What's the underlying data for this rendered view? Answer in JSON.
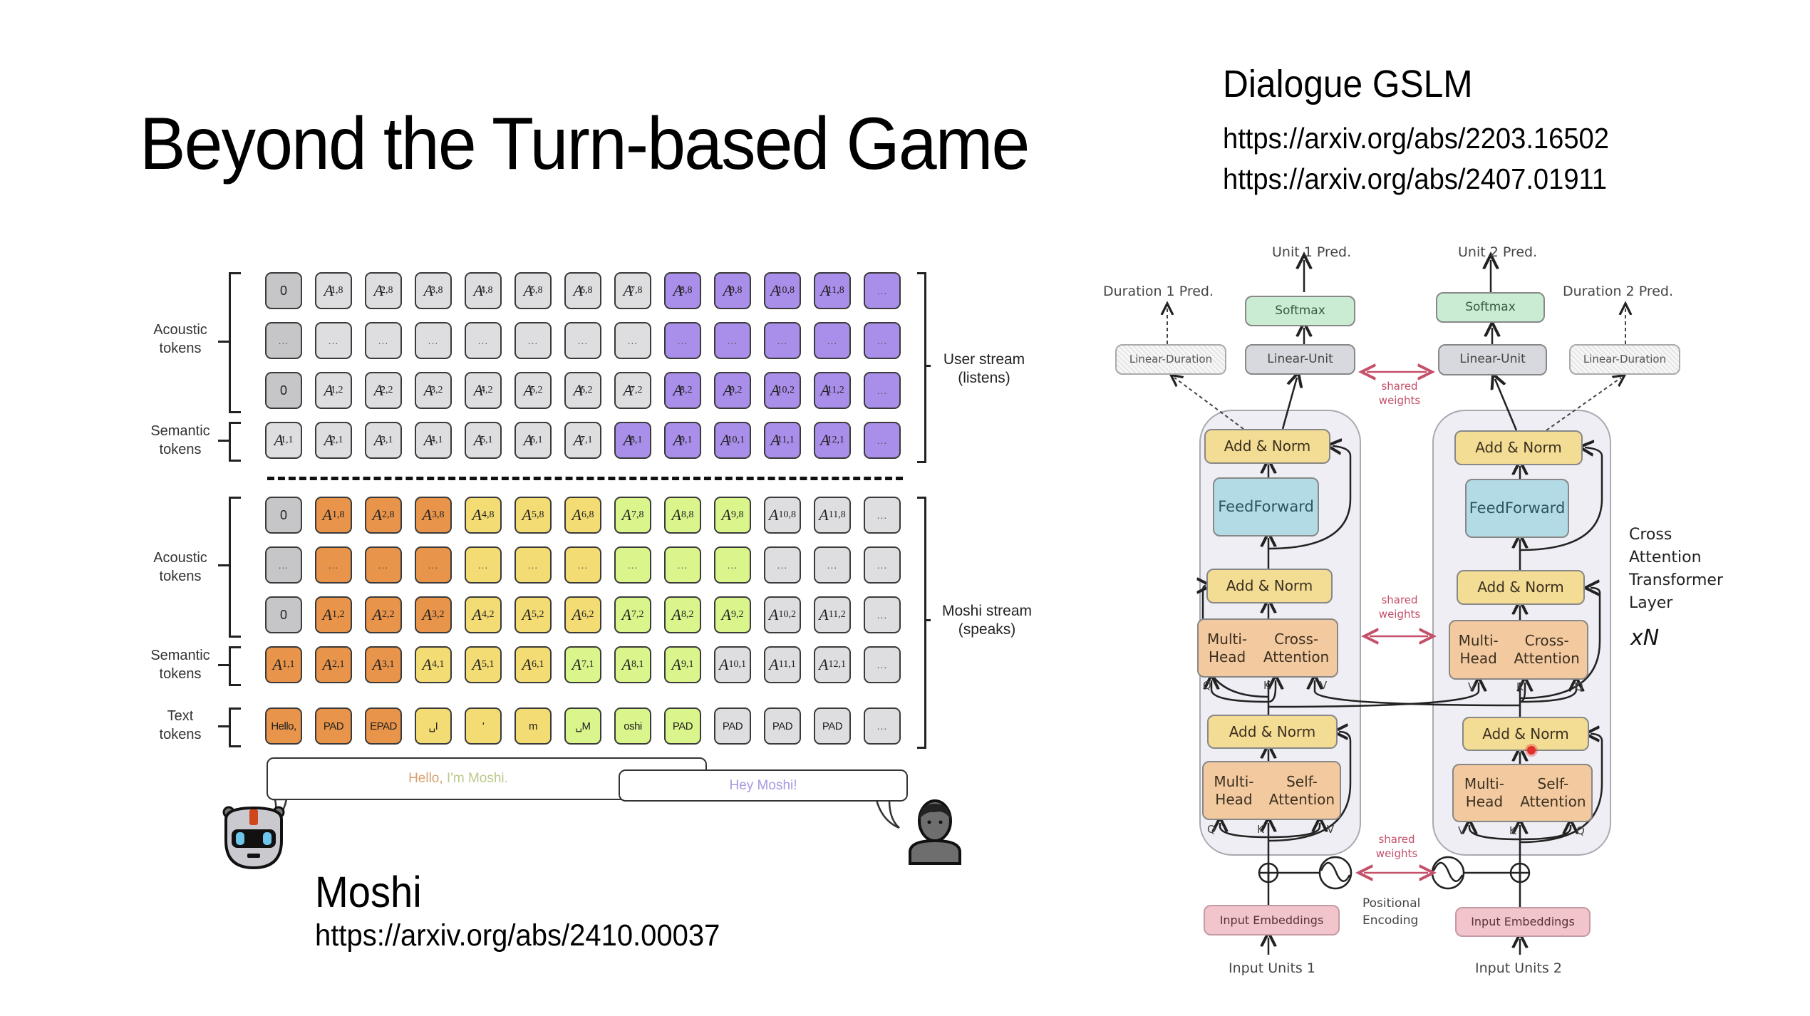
{
  "slide": {
    "title": "Beyond the Turn-based Game"
  },
  "dialogue_gslm": {
    "title": "Dialogue GSLM",
    "urls": [
      "https://arxiv.org/abs/2203.16502",
      "https://arxiv.org/abs/2407.01911"
    ]
  },
  "moshi": {
    "title": "Moshi",
    "url": "https://arxiv.org/abs/2410.00037",
    "colors": {
      "gray_dark": "#c6c6c8",
      "gray": "#dedee0",
      "purple": "#a98eea",
      "orange": "#e8944a",
      "yellow": "#f3dc74",
      "green": "#d9f58c"
    },
    "user_stream": {
      "label_line1": "User stream",
      "label_line2": "(listens)",
      "acoustic_label": [
        "Acoustic",
        "tokens"
      ],
      "semantic_label": [
        "Semantic",
        "tokens"
      ],
      "rows": [
        {
          "row": "acoustic-top",
          "cells": [
            {
              "t": "0",
              "c": "gray_dark",
              "k": "plain"
            },
            {
              "t": "A′1,8",
              "c": "gray"
            },
            {
              "t": "A′2,8",
              "c": "gray"
            },
            {
              "t": "A′3,8",
              "c": "gray"
            },
            {
              "t": "A′4,8",
              "c": "gray"
            },
            {
              "t": "A′5,8",
              "c": "gray"
            },
            {
              "t": "A′6,8",
              "c": "gray"
            },
            {
              "t": "A′7,8",
              "c": "gray"
            },
            {
              "t": "A′8,8",
              "c": "purple"
            },
            {
              "t": "A′9,8",
              "c": "purple"
            },
            {
              "t": "A′10,8",
              "c": "purple"
            },
            {
              "t": "A′11,8",
              "c": "purple"
            },
            {
              "t": "...",
              "c": "purple",
              "k": "dots"
            }
          ]
        },
        {
          "row": "acoustic-mid",
          "cells": [
            {
              "t": "...",
              "c": "gray_dark",
              "k": "dots"
            },
            {
              "t": "...",
              "c": "gray",
              "k": "dots"
            },
            {
              "t": "...",
              "c": "gray",
              "k": "dots"
            },
            {
              "t": "...",
              "c": "gray",
              "k": "dots"
            },
            {
              "t": "...",
              "c": "gray",
              "k": "dots"
            },
            {
              "t": "...",
              "c": "gray",
              "k": "dots"
            },
            {
              "t": "...",
              "c": "gray",
              "k": "dots"
            },
            {
              "t": "...",
              "c": "gray",
              "k": "dots"
            },
            {
              "t": "...",
              "c": "purple",
              "k": "dots"
            },
            {
              "t": "...",
              "c": "purple",
              "k": "dots"
            },
            {
              "t": "...",
              "c": "purple",
              "k": "dots"
            },
            {
              "t": "...",
              "c": "purple",
              "k": "dots"
            },
            {
              "t": "...",
              "c": "purple",
              "k": "dots"
            }
          ]
        },
        {
          "row": "acoustic-bottom",
          "cells": [
            {
              "t": "0",
              "c": "gray_dark",
              "k": "plain"
            },
            {
              "t": "A′1,2",
              "c": "gray"
            },
            {
              "t": "A′2,2",
              "c": "gray"
            },
            {
              "t": "A′3,2",
              "c": "gray"
            },
            {
              "t": "A′4,2",
              "c": "gray"
            },
            {
              "t": "A′5,2",
              "c": "gray"
            },
            {
              "t": "A′6,2",
              "c": "gray"
            },
            {
              "t": "A′7,2",
              "c": "gray"
            },
            {
              "t": "A′8,2",
              "c": "purple"
            },
            {
              "t": "A′9,2",
              "c": "purple"
            },
            {
              "t": "A′10,2",
              "c": "purple"
            },
            {
              "t": "A′11,2",
              "c": "purple"
            },
            {
              "t": "...",
              "c": "purple",
              "k": "dots"
            }
          ]
        },
        {
          "row": "semantic",
          "cells": [
            {
              "t": "A′1,1",
              "c": "gray"
            },
            {
              "t": "A′2,1",
              "c": "gray"
            },
            {
              "t": "A′3,1",
              "c": "gray"
            },
            {
              "t": "A′4,1",
              "c": "gray"
            },
            {
              "t": "A′5,1",
              "c": "gray"
            },
            {
              "t": "A′6,1",
              "c": "gray"
            },
            {
              "t": "A′7,1",
              "c": "gray"
            },
            {
              "t": "A′8,1",
              "c": "purple"
            },
            {
              "t": "A′9,1",
              "c": "purple"
            },
            {
              "t": "A′10,1",
              "c": "purple"
            },
            {
              "t": "A′11,1",
              "c": "purple"
            },
            {
              "t": "A′12,1",
              "c": "purple"
            },
            {
              "t": "...",
              "c": "purple",
              "k": "dots"
            }
          ]
        }
      ]
    },
    "moshi_stream": {
      "label_line1": "Moshi stream",
      "label_line2": "(speaks)",
      "acoustic_label": [
        "Acoustic",
        "tokens"
      ],
      "semantic_label": [
        "Semantic",
        "tokens"
      ],
      "text_label": [
        "Text",
        "tokens"
      ],
      "rows": [
        {
          "row": "acoustic-top",
          "cells": [
            {
              "t": "0",
              "c": "gray_dark",
              "k": "plain"
            },
            {
              "t": "A1,8",
              "c": "orange"
            },
            {
              "t": "A2,8",
              "c": "orange"
            },
            {
              "t": "A3,8",
              "c": "orange"
            },
            {
              "t": "A4,8",
              "c": "yellow"
            },
            {
              "t": "A5,8",
              "c": "yellow"
            },
            {
              "t": "A6,8",
              "c": "yellow"
            },
            {
              "t": "A7,8",
              "c": "green"
            },
            {
              "t": "A8,8",
              "c": "green"
            },
            {
              "t": "A9,8",
              "c": "green"
            },
            {
              "t": "A10,8",
              "c": "gray"
            },
            {
              "t": "A11,8",
              "c": "gray"
            },
            {
              "t": "...",
              "c": "gray",
              "k": "dots"
            }
          ]
        },
        {
          "row": "acoustic-mid",
          "cells": [
            {
              "t": "...",
              "c": "gray_dark",
              "k": "dots"
            },
            {
              "t": "...",
              "c": "orange",
              "k": "dots"
            },
            {
              "t": "...",
              "c": "orange",
              "k": "dots"
            },
            {
              "t": "...",
              "c": "orange",
              "k": "dots"
            },
            {
              "t": "...",
              "c": "yellow",
              "k": "dots"
            },
            {
              "t": "...",
              "c": "yellow",
              "k": "dots"
            },
            {
              "t": "...",
              "c": "yellow",
              "k": "dots"
            },
            {
              "t": "...",
              "c": "green",
              "k": "dots"
            },
            {
              "t": "...",
              "c": "green",
              "k": "dots"
            },
            {
              "t": "...",
              "c": "green",
              "k": "dots"
            },
            {
              "t": "...",
              "c": "gray",
              "k": "dots"
            },
            {
              "t": "...",
              "c": "gray",
              "k": "dots"
            },
            {
              "t": "...",
              "c": "gray",
              "k": "dots"
            }
          ]
        },
        {
          "row": "acoustic-bottom",
          "cells": [
            {
              "t": "0",
              "c": "gray_dark",
              "k": "plain"
            },
            {
              "t": "A1,2",
              "c": "orange"
            },
            {
              "t": "A2,2",
              "c": "orange"
            },
            {
              "t": "A3,2",
              "c": "orange"
            },
            {
              "t": "A4,2",
              "c": "yellow"
            },
            {
              "t": "A5,2",
              "c": "yellow"
            },
            {
              "t": "A6,2",
              "c": "yellow"
            },
            {
              "t": "A7,2",
              "c": "green"
            },
            {
              "t": "A8,2",
              "c": "green"
            },
            {
              "t": "A9,2",
              "c": "green"
            },
            {
              "t": "A10,2",
              "c": "gray"
            },
            {
              "t": "A11,2",
              "c": "gray"
            },
            {
              "t": "...",
              "c": "gray",
              "k": "dots"
            }
          ]
        },
        {
          "row": "semantic",
          "cells": [
            {
              "t": "A1,1",
              "c": "orange"
            },
            {
              "t": "A2,1",
              "c": "orange"
            },
            {
              "t": "A3,1",
              "c": "orange"
            },
            {
              "t": "A4,1",
              "c": "yellow"
            },
            {
              "t": "A5,1",
              "c": "yellow"
            },
            {
              "t": "A6,1",
              "c": "yellow"
            },
            {
              "t": "A7,1",
              "c": "green"
            },
            {
              "t": "A8,1",
              "c": "green"
            },
            {
              "t": "A9,1",
              "c": "green"
            },
            {
              "t": "A10,1",
              "c": "gray"
            },
            {
              "t": "A11,1",
              "c": "gray"
            },
            {
              "t": "A12,1",
              "c": "gray"
            },
            {
              "t": "...",
              "c": "gray",
              "k": "dots"
            }
          ]
        },
        {
          "row": "text",
          "cells": [
            {
              "t": "Hello,",
              "c": "orange",
              "k": "txt"
            },
            {
              "t": "PAD",
              "c": "orange",
              "k": "txt"
            },
            {
              "t": "EPAD",
              "c": "orange",
              "k": "txt"
            },
            {
              "t": "␣I",
              "c": "yellow",
              "k": "txt"
            },
            {
              "t": "'",
              "c": "yellow",
              "k": "txt"
            },
            {
              "t": "m",
              "c": "yellow",
              "k": "txt"
            },
            {
              "t": "␣M",
              "c": "green",
              "k": "txt"
            },
            {
              "t": "oshi",
              "c": "green",
              "k": "txt"
            },
            {
              "t": "PAD",
              "c": "green",
              "k": "txt"
            },
            {
              "t": "PAD",
              "c": "gray",
              "k": "txt"
            },
            {
              "t": "PAD",
              "c": "gray",
              "k": "txt"
            },
            {
              "t": "PAD",
              "c": "gray",
              "k": "txt"
            },
            {
              "t": "...",
              "c": "gray",
              "k": "dots"
            }
          ]
        }
      ]
    },
    "speech": {
      "moshi_bubble_parts": [
        {
          "text": "Hello,",
          "color": "#d9a070"
        },
        {
          "text": " I'm Moshi.",
          "color": "#b9c98a"
        }
      ],
      "user_bubble": {
        "text": "Hey Moshi!",
        "color": "#a898e0"
      }
    },
    "icons": [
      "robot-icon",
      "person-icon"
    ]
  },
  "gslm_diagram": {
    "left": {
      "unit_pred": "Unit 1 Pred.",
      "duration_pred": "Duration 1 Pred.",
      "softmax": "Softmax",
      "linear_unit": "Linear-Unit",
      "linear_duration": "Linear-Duration",
      "add_norm_top": "Add & Norm",
      "feed_forward": [
        "Feed",
        "Forward"
      ],
      "add_norm_mid": "Add & Norm",
      "cross_attention": [
        "Multi-Head",
        "Cross-Attention"
      ],
      "cross_qkv": [
        "Q",
        "K",
        "V"
      ],
      "add_norm_bottom": "Add & Norm",
      "self_attention": [
        "Multi-Head",
        "Self-Attention"
      ],
      "self_qkv": [
        "Q",
        "K",
        "V"
      ],
      "input_embeddings": "Input Embeddings",
      "input_units": "Input Units 1"
    },
    "right": {
      "unit_pred": "Unit 2 Pred.",
      "duration_pred": "Duration 2 Pred.",
      "softmax": "Softmax",
      "linear_unit": "Linear-Unit",
      "linear_duration": "Linear-Duration",
      "add_norm_top": "Add & Norm",
      "feed_forward": [
        "Feed",
        "Forward"
      ],
      "add_norm_mid": "Add & Norm",
      "cross_attention": [
        "Multi-Head",
        "Cross-Attention"
      ],
      "cross_qkv": [
        "V",
        "K",
        "Q"
      ],
      "add_norm_bottom": "Add & Norm",
      "self_attention": [
        "Multi-Head",
        "Self-Attention"
      ],
      "self_qkv": [
        "V",
        "K",
        "Q"
      ],
      "input_embeddings": "Input Embeddings",
      "input_units": "Input Units 2"
    },
    "shared_weights": [
      "shared",
      "weights"
    ],
    "positional_encoding": [
      "Positional",
      "Encoding"
    ],
    "layer_label": [
      "Cross",
      "Attention",
      "Transformer",
      "Layer"
    ],
    "repeat_label": "xN",
    "colors": {
      "softmax": "#c9ecd2",
      "linear_unit": "#d8d9de",
      "linear_duration": "#f4f4f4",
      "add_norm": "#f3dc94",
      "feed_forward": "#b3dbe6",
      "attention": "#f3c9a0",
      "input_embeddings": "#f2c4cb",
      "shared": "#c4506a"
    }
  }
}
